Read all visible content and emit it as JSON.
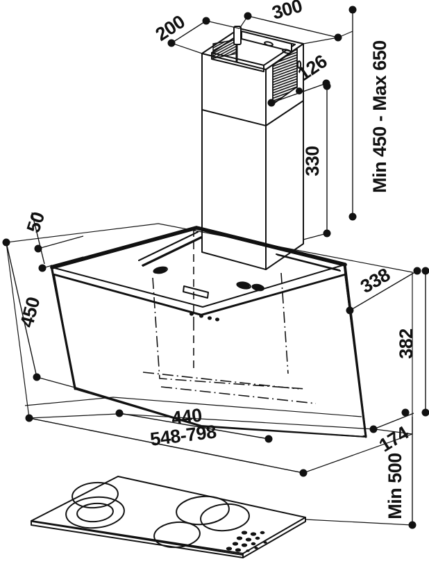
{
  "document": {
    "type": "technical-line-drawing",
    "subject": "Inclined glass wall-mounted cooker hood with chimney and cooktop",
    "units": "mm",
    "background_color": "#ffffff",
    "line_color": "#111111"
  },
  "dimensions": {
    "chimney_depth": "200",
    "chimney_width": "300",
    "chimney_offset": "126",
    "chimney_lower_height": "330",
    "chimney_total_range": "Min 450 - Max 650",
    "hood_top_offset": "50",
    "hood_front_height": "450",
    "hood_depth_upper": "338",
    "hood_body_height": "382",
    "hood_base_depth": "174",
    "hood_inner_width": "440",
    "hood_width_range": "548-798",
    "mounting_height": "Min 500"
  },
  "labels": [
    {
      "id": "dim-200",
      "text": "200",
      "rotation": -38
    },
    {
      "id": "dim-300",
      "text": "300",
      "rotation": -20
    },
    {
      "id": "dim-126",
      "text": "126",
      "rotation": -38
    },
    {
      "id": "dim-330",
      "text": "330",
      "rotation": -90
    },
    {
      "id": "dim-minmax",
      "text": "Min 450 - Max 650",
      "rotation": -90
    },
    {
      "id": "dim-50",
      "text": "50",
      "rotation": -72
    },
    {
      "id": "dim-450",
      "text": "450",
      "rotation": -72
    },
    {
      "id": "dim-338",
      "text": "338",
      "rotation": -32
    },
    {
      "id": "dim-382",
      "text": "382",
      "rotation": -90
    },
    {
      "id": "dim-174",
      "text": "174",
      "rotation": -32
    },
    {
      "id": "dim-440",
      "text": "440",
      "rotation": -8
    },
    {
      "id": "dim-548-798",
      "text": "548-798",
      "rotation": -8
    },
    {
      "id": "dim-min500",
      "text": "Min 500",
      "rotation": -90
    }
  ],
  "components": {
    "chimney": "Rectangular telescopic chimney duct with side ventilation grille",
    "hood_body": "Angled glass front canopy panel with perimeter frame",
    "control_panel": "Touch control strip with display slot and four round buttons",
    "cooktop": "Five-zone hob panel with control dot matrix"
  },
  "cooktop": {
    "burners": [
      {
        "name": "rear-left-burner"
      },
      {
        "name": "front-left-burner-outer"
      },
      {
        "name": "front-left-burner-inner"
      },
      {
        "name": "rear-right-burner"
      },
      {
        "name": "center-right-burner"
      },
      {
        "name": "front-center-burner"
      }
    ],
    "controls_label": "control-dot-matrix"
  }
}
